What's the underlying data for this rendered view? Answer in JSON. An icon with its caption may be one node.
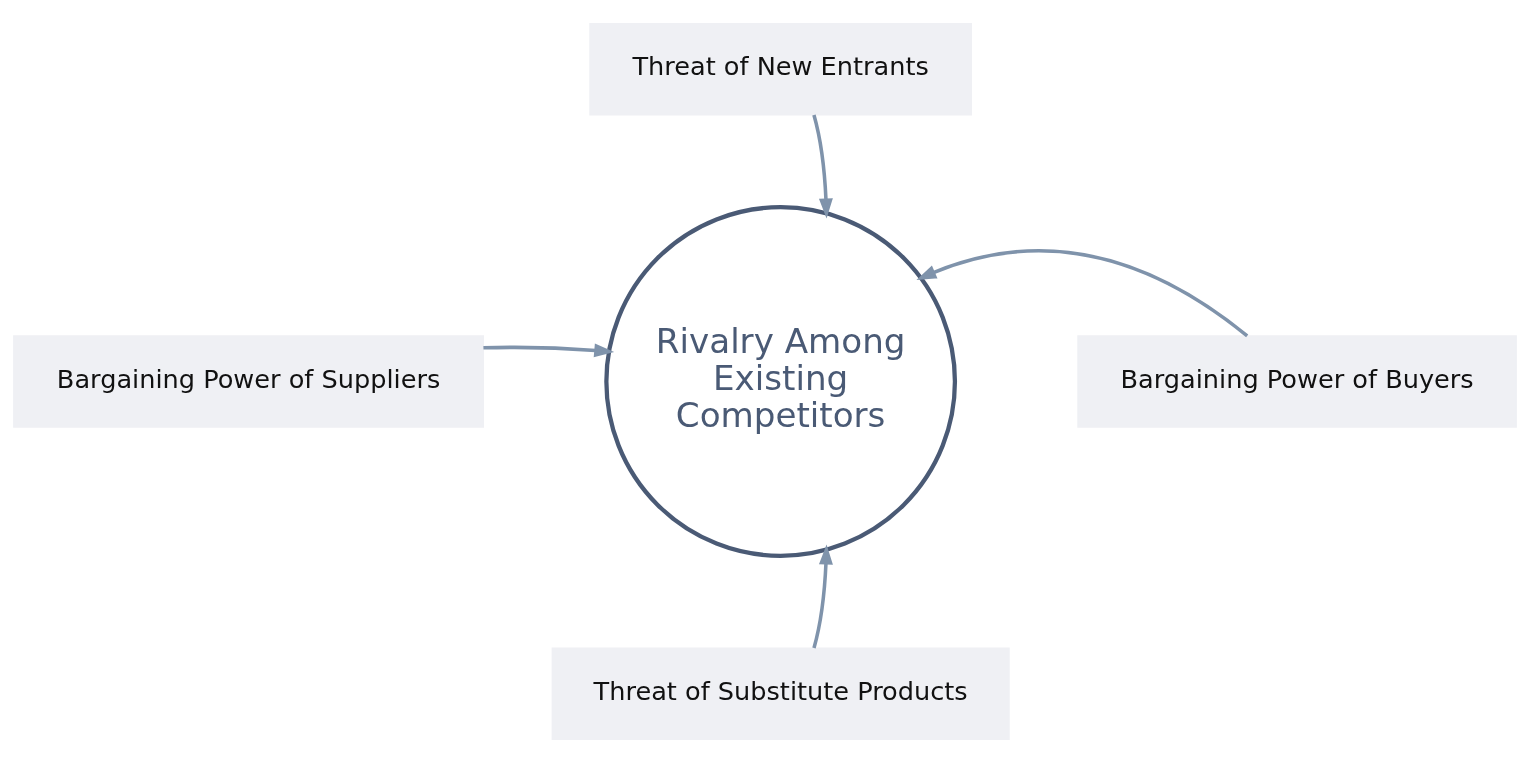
{
  "diagram": {
    "nodes": [
      {
        "text": [
          "Threat of New Entrants"
        ]
      },
      {
        "text": [
          "Bargaining Power of Suppliers"
        ]
      },
      {
        "text": [
          "Rivalry Among Existing Competitors"
        ]
      },
      {
        "text": [
          "Bargaining Power of Buyers"
        ]
      },
      {
        "text": [
          "Threat of Substitute Products"
        ]
      }
    ],
    "edges": [
      {
        "from": 0,
        "to": 2,
        "arrow": "to"
      },
      {
        "from": 1,
        "to": 2,
        "arrow": "to"
      },
      {
        "from": 3,
        "to": 2,
        "arrow": "to"
      },
      {
        "from": 4,
        "to": 2,
        "arrow": "to"
      }
    ]
  }
}
